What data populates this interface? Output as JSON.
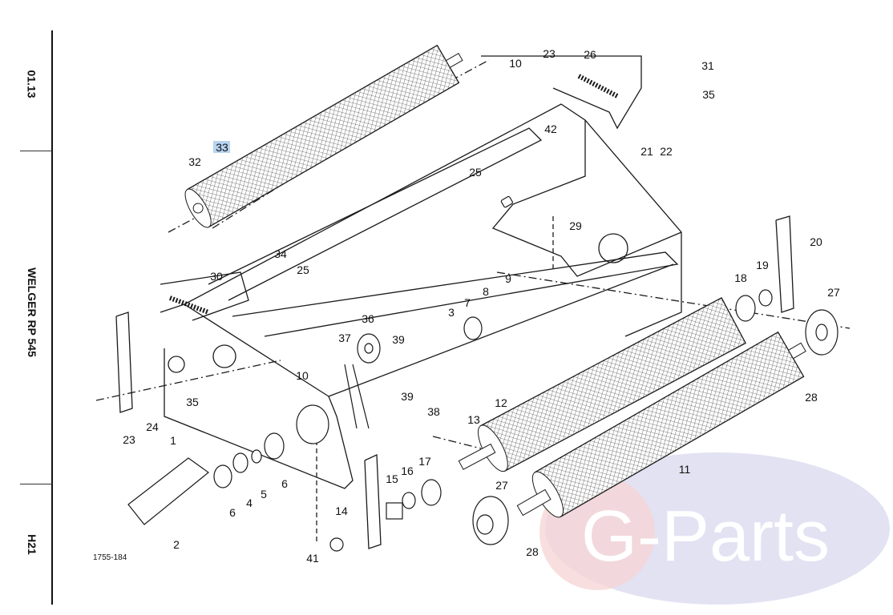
{
  "sidebar": {
    "date": "01.13",
    "model": "WELGER  RP 545",
    "section": "H21"
  },
  "drawing_ref": "1755-184",
  "watermark": "G-Parts",
  "highlighted_part": "33",
  "part_labels": [
    "10",
    "23",
    "26",
    "31",
    "35",
    "21",
    "22",
    "42",
    "33",
    "32",
    "25",
    "29",
    "34",
    "25",
    "30",
    "20",
    "19",
    "18",
    "27",
    "9",
    "8",
    "7",
    "3",
    "36",
    "37",
    "39",
    "10",
    "39",
    "38",
    "12",
    "13",
    "11",
    "28",
    "23",
    "24",
    "35",
    "1",
    "6",
    "5",
    "4",
    "6",
    "2",
    "15",
    "16",
    "17",
    "27",
    "14",
    "41",
    "28"
  ],
  "colors": {
    "highlight": "#b7d3f0",
    "line": "#1a1a1a",
    "watermark_red": "#f4c9c9",
    "watermark_blue": "#dcdcf2"
  }
}
